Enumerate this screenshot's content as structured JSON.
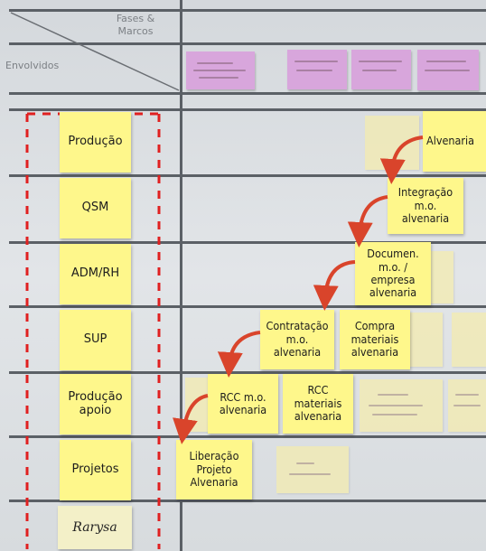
{
  "header": {
    "phases_label_line1": "Fases &",
    "phases_label_line2": "Marcos",
    "involved_label": "Envolvidos"
  },
  "rows": [
    {
      "label": "Produção"
    },
    {
      "label": "QSM"
    },
    {
      "label": "ADM/RH"
    },
    {
      "label": "SUP"
    },
    {
      "label": "Produção apoio"
    },
    {
      "label": "Projetos"
    }
  ],
  "signature": "Rarysa",
  "tasks": {
    "alvenaria": "Alvenaria",
    "integracao": "Integração m.o. alvenaria",
    "documen": "Documen. m.o. / empresa alvenaria",
    "contratacao": "Contratação m.o. alvenaria",
    "compra": "Compra materiais alvenaria",
    "rcc_mo": "RCC m.o. alvenaria",
    "rcc_materiais": "RCC materiais alvenaria",
    "liberacao": "Liberação Projeto Alvenaria"
  },
  "colors": {
    "sticky_yellow": "#fef78b",
    "milestone_pink": "#d8a6dc",
    "arrow_red": "#d9442b",
    "dashed_red": "#e02020",
    "grid_line": "#5b6066"
  }
}
